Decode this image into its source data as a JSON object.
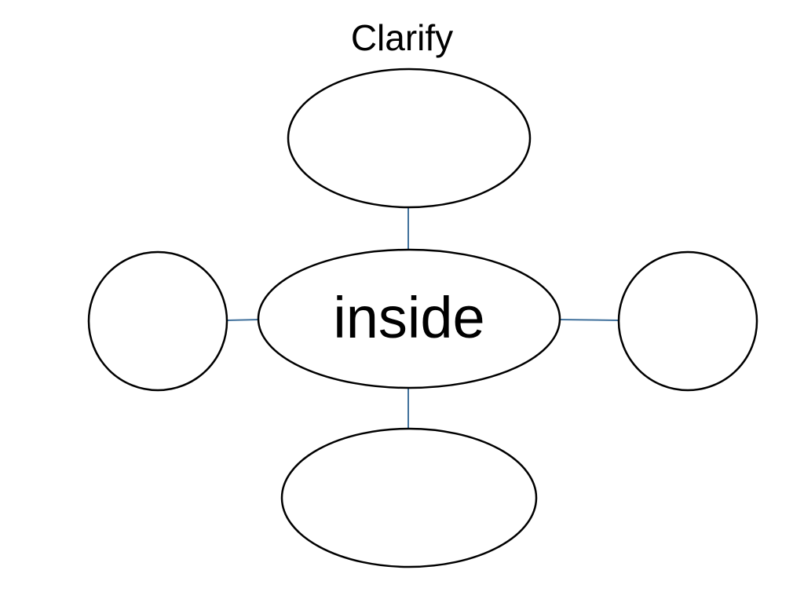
{
  "title": "Clarify",
  "center": {
    "label": "inside"
  },
  "colors": {
    "outline": "#000000",
    "connector": "#41719C",
    "background": "#FFFFFF"
  },
  "nodes": [
    {
      "id": "top",
      "text": ""
    },
    {
      "id": "left",
      "text": ""
    },
    {
      "id": "right",
      "text": ""
    },
    {
      "id": "bottom",
      "text": ""
    }
  ]
}
